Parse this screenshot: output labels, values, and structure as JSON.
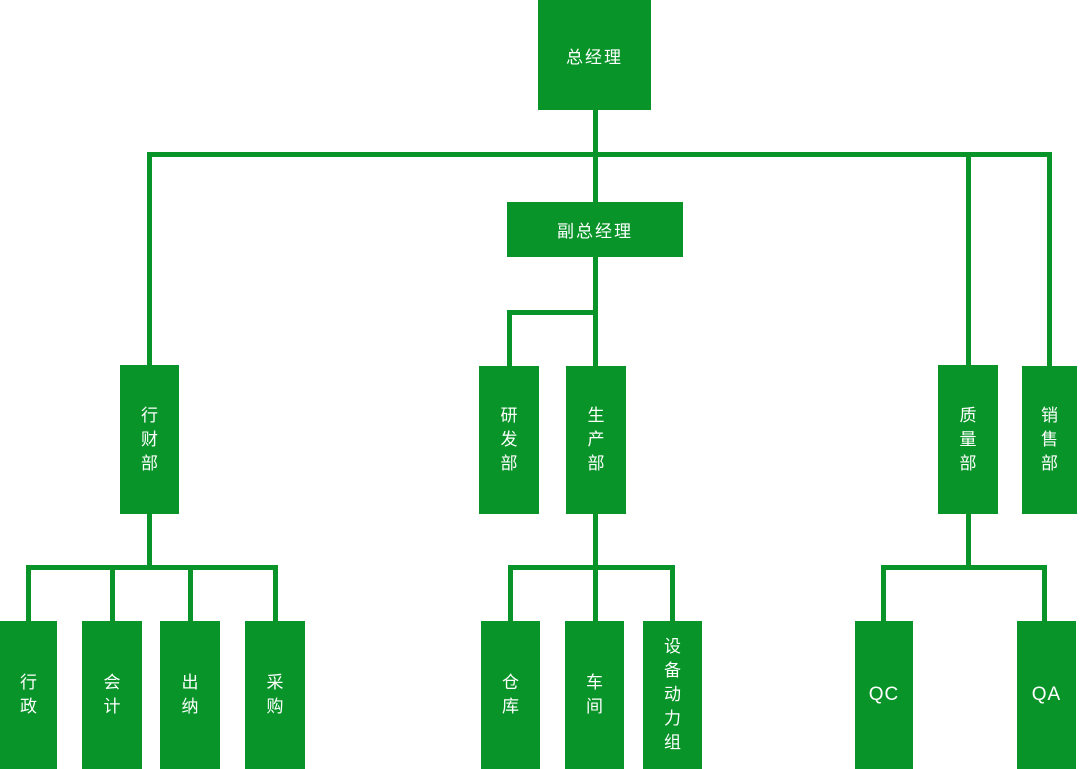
{
  "palette": {
    "node_green": "#089428",
    "connector_green": "#089428",
    "node_text": "#ffffff",
    "background": "#ffffff"
  },
  "orgchart": {
    "nodes": {
      "gm": {
        "label": "总经理"
      },
      "dgm": {
        "label": "副总经理"
      },
      "admin_finance": {
        "label": "行财部"
      },
      "rnd": {
        "label": "研发部"
      },
      "production": {
        "label": "生产部"
      },
      "quality": {
        "label": "质量部"
      },
      "sales": {
        "label": "销售部"
      },
      "admin": {
        "label": "行政"
      },
      "accounting": {
        "label": "会计"
      },
      "cashier": {
        "label": "出纳"
      },
      "purchasing": {
        "label": "采购"
      },
      "warehouse": {
        "label": "仓库"
      },
      "workshop": {
        "label": "车间"
      },
      "equipment_power": {
        "label": "设备动力组"
      },
      "qc": {
        "label": "QC"
      },
      "qa": {
        "label": "QA"
      }
    },
    "edges": [
      {
        "from": "总经理",
        "to": "行财部"
      },
      {
        "from": "总经理",
        "to": "副总经理"
      },
      {
        "from": "总经理",
        "to": "质量部"
      },
      {
        "from": "总经理",
        "to": "销售部"
      },
      {
        "from": "副总经理",
        "to": "研发部"
      },
      {
        "from": "副总经理",
        "to": "生产部"
      },
      {
        "from": "行财部",
        "to": "行政"
      },
      {
        "from": "行财部",
        "to": "会计"
      },
      {
        "from": "行财部",
        "to": "出纳"
      },
      {
        "from": "行财部",
        "to": "采购"
      },
      {
        "from": "生产部",
        "to": "仓库"
      },
      {
        "from": "生产部",
        "to": "车间"
      },
      {
        "from": "生产部",
        "to": "设备动力组"
      },
      {
        "from": "质量部",
        "to": "QC"
      },
      {
        "from": "质量部",
        "to": "QA"
      }
    ]
  }
}
